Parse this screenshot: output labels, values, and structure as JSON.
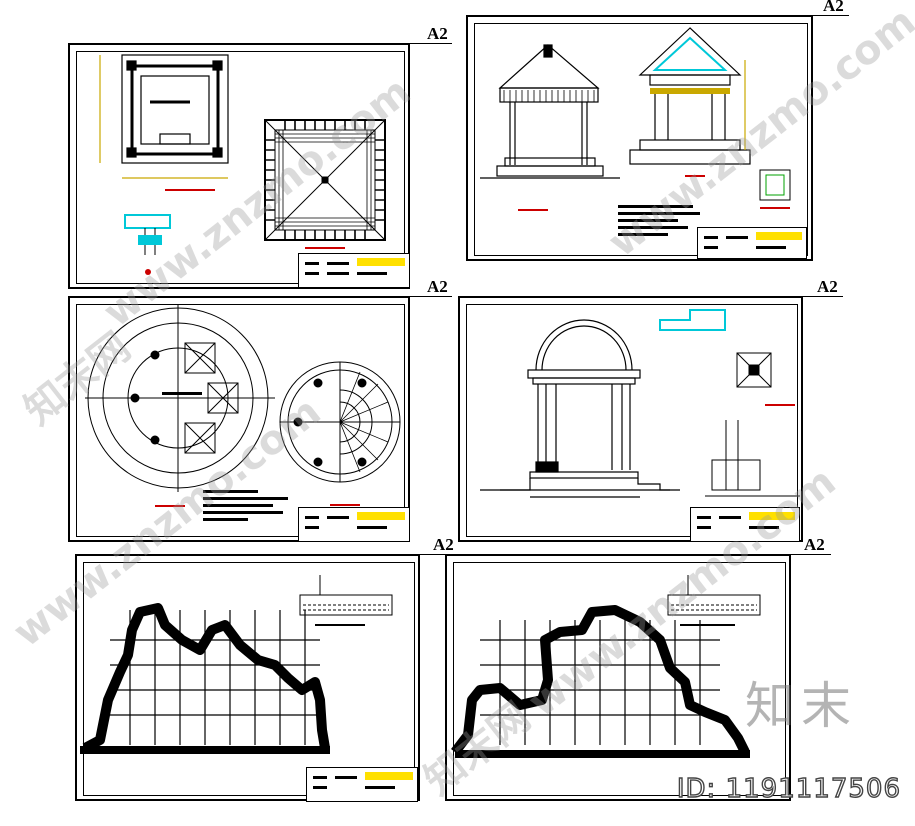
{
  "sheets": [
    {
      "label": "A2",
      "title": "pavilion-plan-roof"
    },
    {
      "label": "A2",
      "title": "pavilion-elevation-section"
    },
    {
      "label": "A2",
      "title": "round-pavilion-plan"
    },
    {
      "label": "A2",
      "title": "dome-pavilion-elevation"
    },
    {
      "label": "A2",
      "title": "rockery-elevation-1"
    },
    {
      "label": "A2",
      "title": "rockery-elevation-2"
    }
  ],
  "watermark": {
    "site_text": "www.znzmo.com",
    "brand_text": "知末网"
  },
  "brand_logo": "知末",
  "image_id": "ID: 1191117506",
  "colors": {
    "line": "#000000",
    "accent_cyan": "#00c8d8",
    "accent_red": "#cc0000",
    "accent_yellow": "#ffe000",
    "accent_green": "#00a000"
  }
}
